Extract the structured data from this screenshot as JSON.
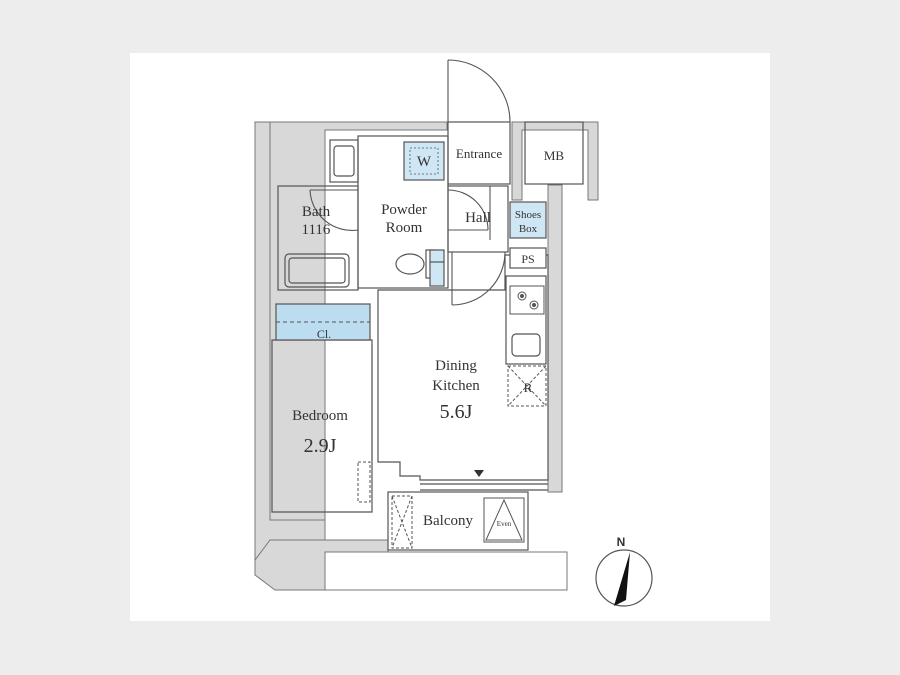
{
  "rooms": {
    "entrance": "Entrance",
    "mb": "MB",
    "wash": "W",
    "bath": "Bath",
    "bath_size": "1116",
    "powder_line1": "Powder",
    "powder_line2": "Room",
    "hall": "Hall",
    "shoes_line1": "Shoes",
    "shoes_line2": "Box",
    "ps": "PS",
    "closet": "Cl.",
    "dining_line1": "Dining",
    "dining_line2": "Kitchen",
    "dining_size": "5.6J",
    "fridge": "R",
    "bedroom": "Bedroom",
    "bedroom_size": "2.9J",
    "balcony": "Balcony",
    "even": "Even"
  },
  "compass": {
    "label": "N"
  },
  "colors": {
    "wall": "#d8d8d8",
    "line": "#555555",
    "fixture_blue": "#cfe6f4",
    "closet_blue": "#bcdcf0",
    "page_bg": "#ededed"
  }
}
